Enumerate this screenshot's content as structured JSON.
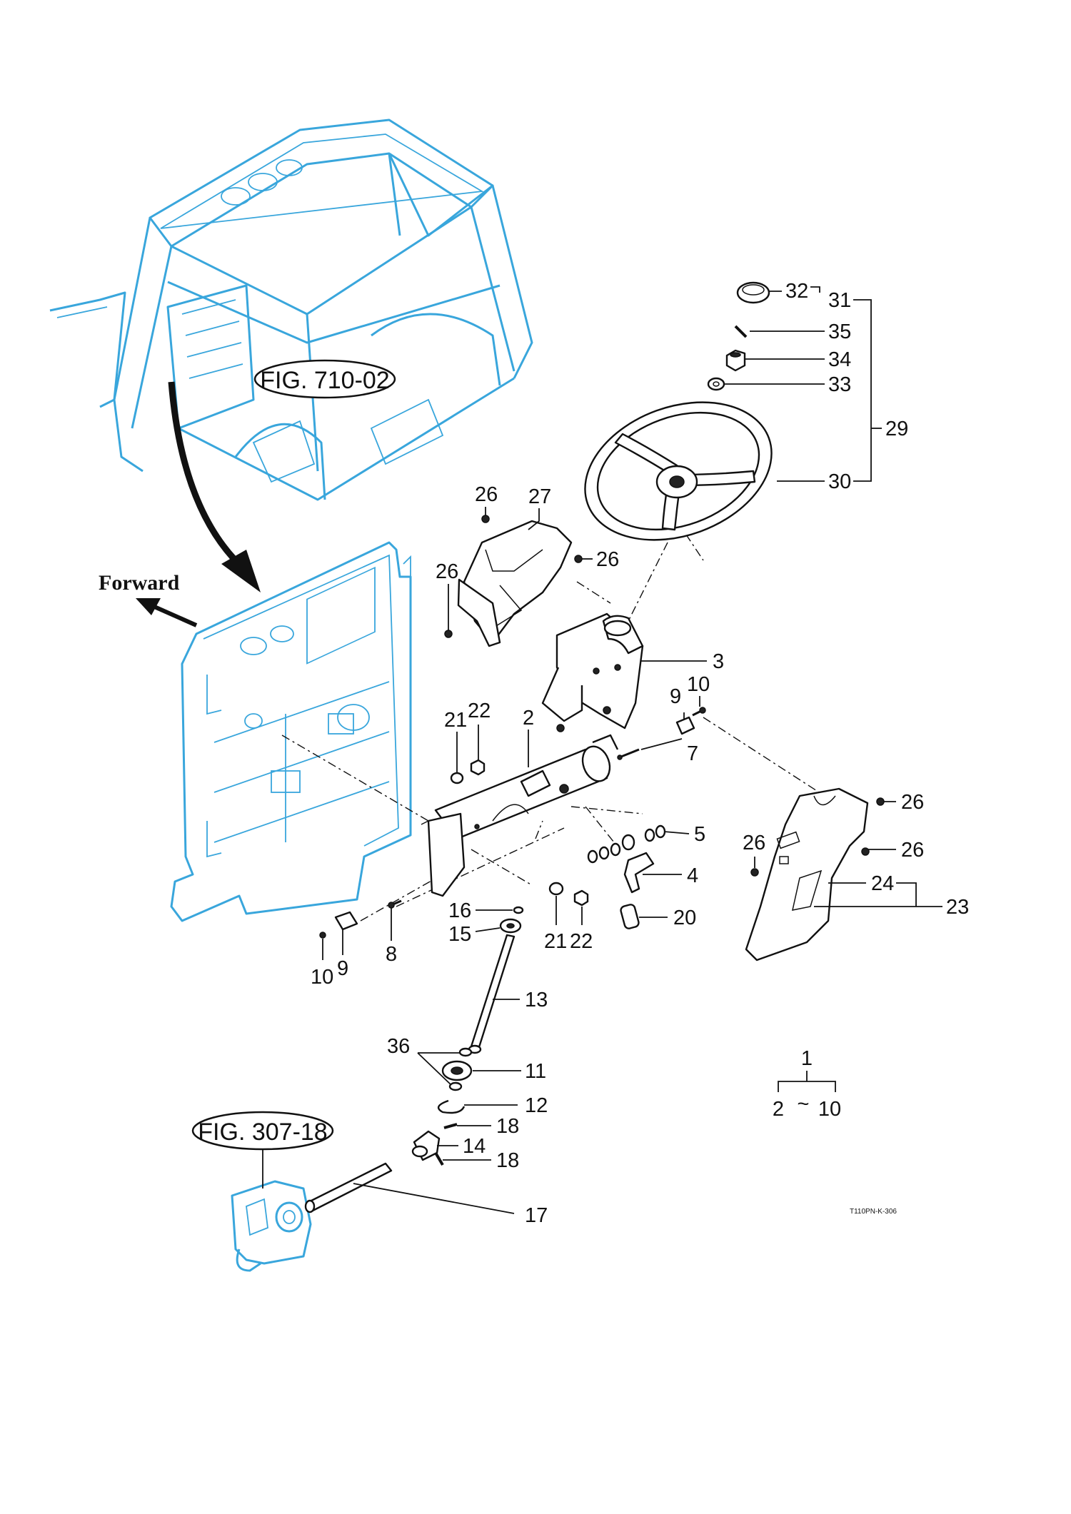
{
  "figure_refs": {
    "cab": "FIG. 710-02",
    "gearbox": "FIG. 307-18"
  },
  "direction_label": "Forward",
  "drawing_code": "T110PN-K-306",
  "assembly_note": {
    "top": "1",
    "left": "2",
    "sep": "~",
    "right": "10"
  },
  "callouts": {
    "c32": "32",
    "c31": "31",
    "c35": "35",
    "c34": "34",
    "c33": "33",
    "c29": "29",
    "c30": "30",
    "c26a": "26",
    "c27": "27",
    "c26b": "26",
    "c26c": "26",
    "c3": "3",
    "c9a": "9",
    "c10a": "10",
    "c2": "2",
    "c21a": "21",
    "c22a": "22",
    "c7": "7",
    "c5": "5",
    "c4": "4",
    "c20": "20",
    "c26d": "26",
    "c26e": "26",
    "c26f": "26",
    "c24": "24",
    "c23": "23",
    "c16": "16",
    "c15": "15",
    "c21b": "21",
    "c22b": "22",
    "c8": "8",
    "c9b": "9",
    "c10b": "10",
    "c13": "13",
    "c36": "36",
    "c11": "11",
    "c12": "12",
    "c18a": "18",
    "c14": "14",
    "c18b": "18",
    "c17": "17"
  },
  "colors": {
    "reference_outline": "#39a6dc",
    "line": "#111111",
    "background": "#ffffff"
  }
}
